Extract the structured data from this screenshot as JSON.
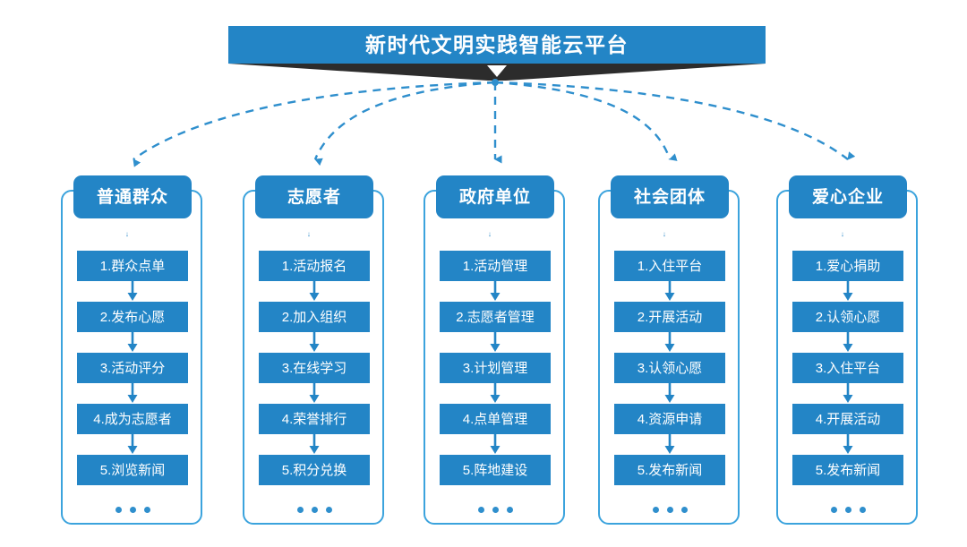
{
  "banner": {
    "title": "新时代文明实践智能云平台",
    "bar_color": "#2385c6",
    "shadow_color": "#2c2c2c",
    "chevron_icon": "chevron-down-icon"
  },
  "theme": {
    "box_blue": "#2385c6",
    "frame_blue": "#3ba3dd",
    "connector_blue": "#2f8fcd",
    "text_white": "#ffffff",
    "background": "#ffffff"
  },
  "connectors": {
    "style": "dashed-curved-arrow",
    "origin_label": "platform-hub",
    "count": 5
  },
  "columns": [
    {
      "id": "general-public",
      "header": "普通群众",
      "items": [
        "1.群众点单",
        "2.发布心愿",
        "3.活动评分",
        "4.成为志愿者",
        "5.浏览新闻"
      ],
      "more": "..."
    },
    {
      "id": "volunteer",
      "header": "志愿者",
      "items": [
        "1.活动报名",
        "2.加入组织",
        "3.在线学习",
        "4.荣誉排行",
        "5.积分兑换"
      ],
      "more": "..."
    },
    {
      "id": "government-unit",
      "header": "政府单位",
      "items": [
        "1.活动管理",
        "2.志愿者管理",
        "3.计划管理",
        "4.点单管理",
        "5.阵地建设"
      ],
      "more": "..."
    },
    {
      "id": "social-group",
      "header": "社会团体",
      "items": [
        "1.入住平台",
        "2.开展活动",
        "3.认领心愿",
        "4.资源申请",
        "5.发布新闻"
      ],
      "more": "..."
    },
    {
      "id": "charity-enterprise",
      "header": "爱心企业",
      "items": [
        "1.爱心捐助",
        "2.认领心愿",
        "3.入住平台",
        "4.开展活动",
        "5.发布新闻"
      ],
      "more": "..."
    }
  ]
}
